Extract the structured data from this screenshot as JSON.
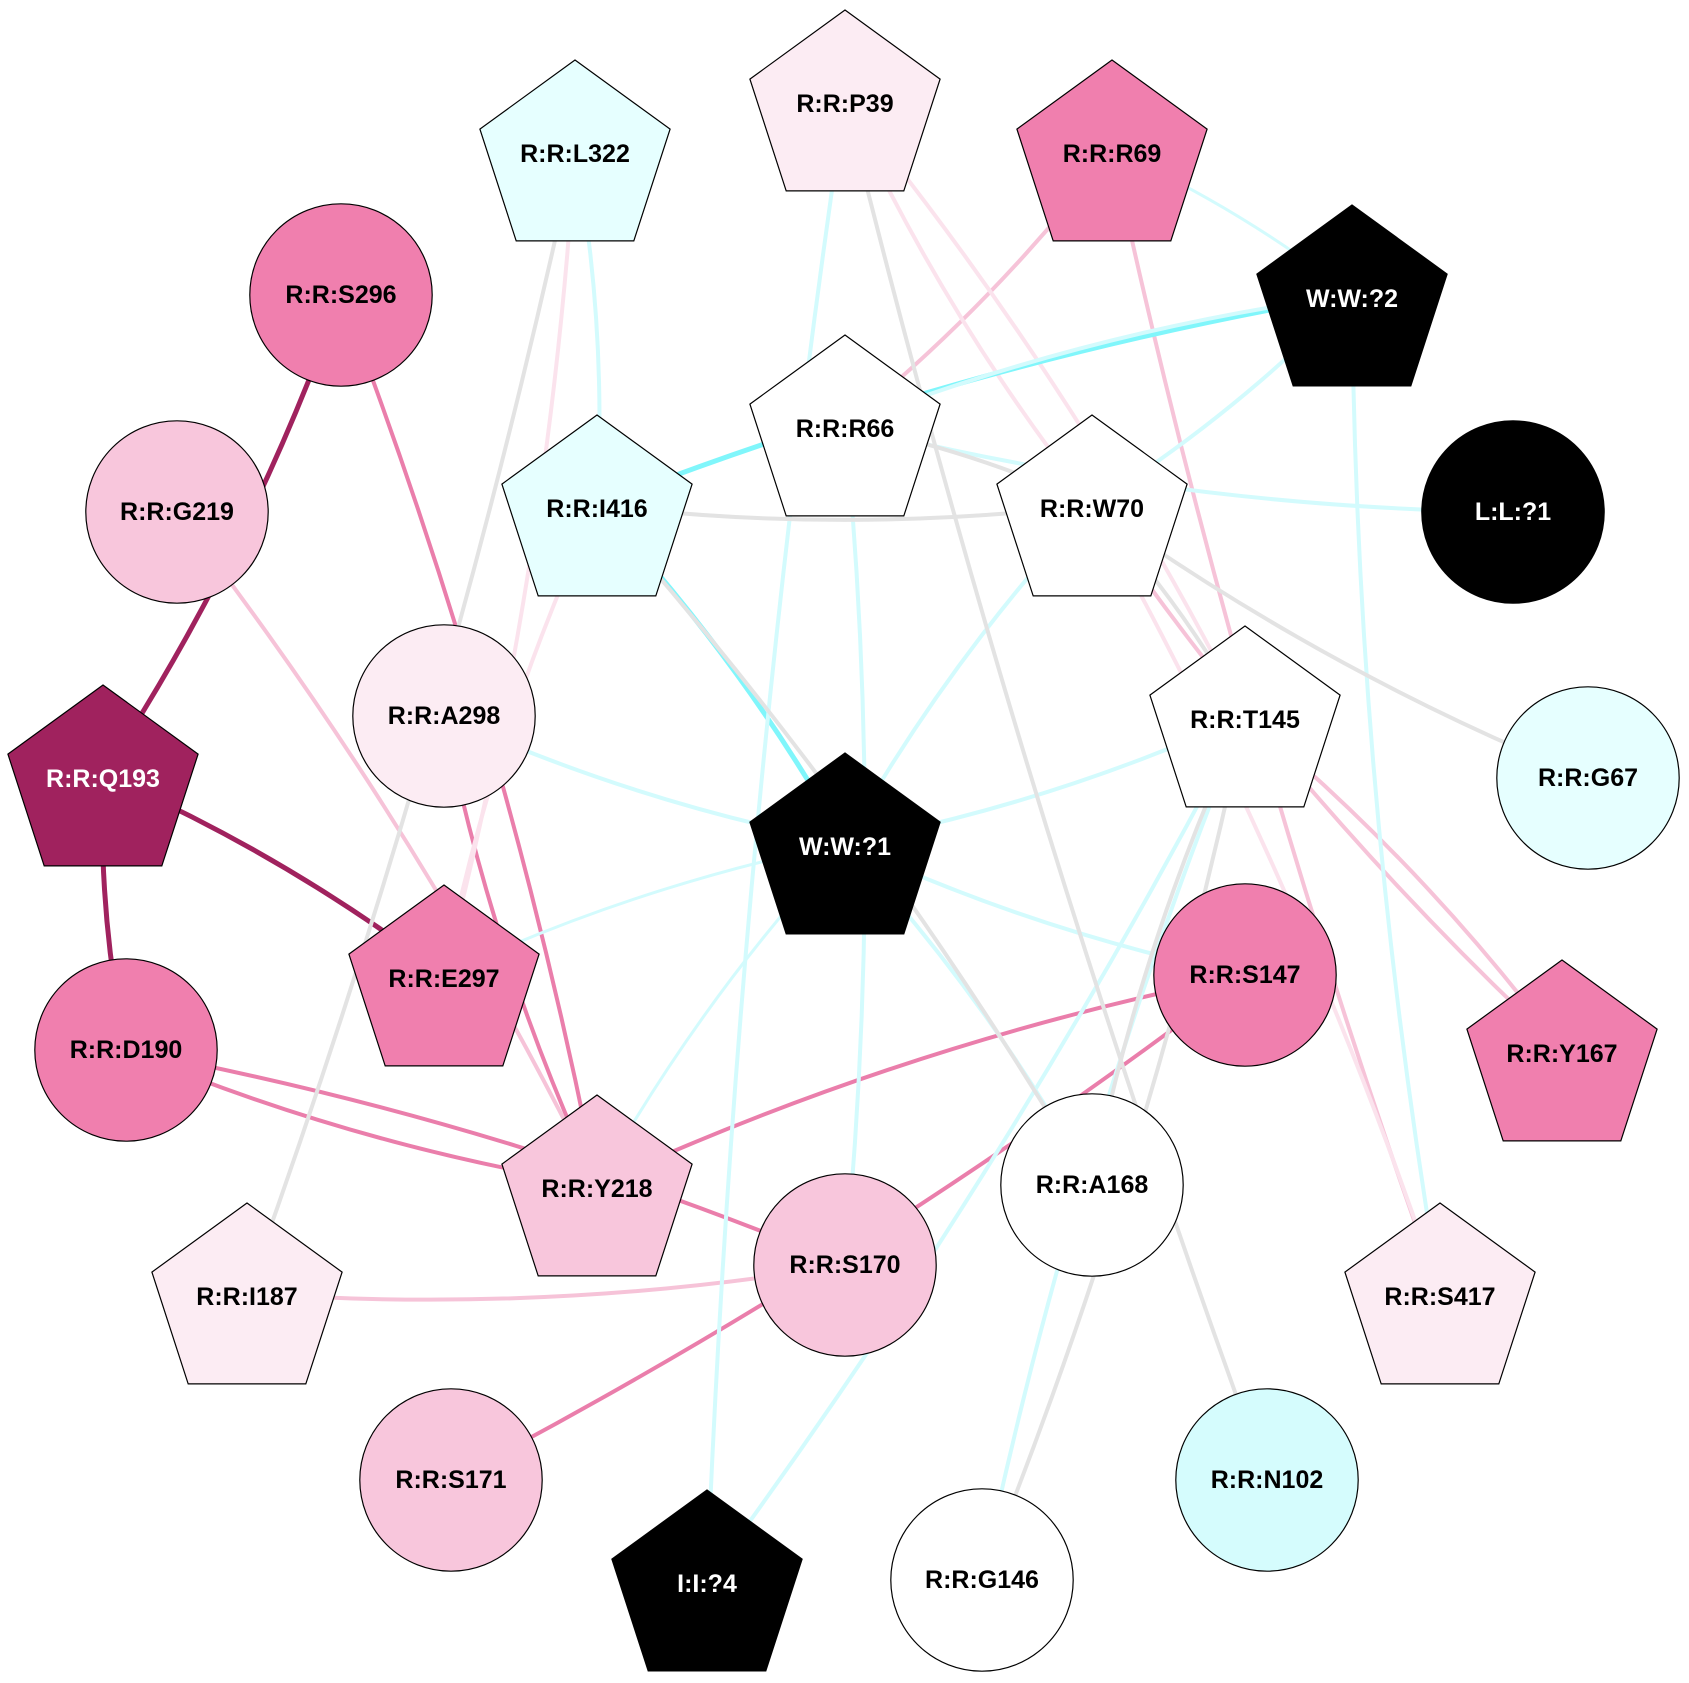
{
  "colors": {
    "black": "#000000",
    "white": "#ffffff",
    "cyan_light": "#e6ffff",
    "cyan": "#d5fcfd",
    "pink_pale": "#fcecf3",
    "pink_light": "#f8c6dc",
    "pink": "#f07fae",
    "magenta_dark": "#a0225e",
    "edge_gray": "#e3e3e3",
    "edge_cyan": "#d3fbfd",
    "edge_cyan_strong": "#80f6fb",
    "edge_pink_pale": "#fbe3ed",
    "edge_pink_light": "#f6c3d8",
    "edge_pink": "#ea7eab",
    "edge_magenta": "#a0225e"
  },
  "nodes": [
    {
      "id": "P39",
      "label": "R:R:P39",
      "shape": "pentagon",
      "fill": "pink_pale",
      "text": "black"
    },
    {
      "id": "L322",
      "label": "R:R:L322",
      "shape": "pentagon",
      "fill": "cyan_light",
      "text": "black"
    },
    {
      "id": "R69",
      "label": "R:R:R69",
      "shape": "pentagon",
      "fill": "pink",
      "text": "black"
    },
    {
      "id": "S296",
      "label": "R:R:S296",
      "shape": "circle",
      "fill": "pink",
      "text": "black"
    },
    {
      "id": "W2",
      "label": "W:W:?2",
      "shape": "pentagon",
      "fill": "black",
      "text": "white"
    },
    {
      "id": "R66",
      "label": "R:R:R66",
      "shape": "pentagon",
      "fill": "white",
      "text": "black"
    },
    {
      "id": "G219",
      "label": "R:R:G219",
      "shape": "circle",
      "fill": "pink_light",
      "text": "black"
    },
    {
      "id": "I416",
      "label": "R:R:I416",
      "shape": "pentagon",
      "fill": "cyan_light",
      "text": "black"
    },
    {
      "id": "W70",
      "label": "R:R:W70",
      "shape": "pentagon",
      "fill": "white",
      "text": "black"
    },
    {
      "id": "L1",
      "label": "L:L:?1",
      "shape": "circle",
      "fill": "black",
      "text": "white"
    },
    {
      "id": "A298",
      "label": "R:R:A298",
      "shape": "circle",
      "fill": "pink_pale",
      "text": "black"
    },
    {
      "id": "T145",
      "label": "R:R:T145",
      "shape": "pentagon",
      "fill": "white",
      "text": "black"
    },
    {
      "id": "Q193",
      "label": "R:R:Q193",
      "shape": "pentagon",
      "fill": "magenta_dark",
      "text": "white"
    },
    {
      "id": "G67",
      "label": "R:R:G67",
      "shape": "circle",
      "fill": "cyan_light",
      "text": "black"
    },
    {
      "id": "W1",
      "label": "W:W:?1",
      "shape": "pentagon",
      "fill": "black",
      "text": "white"
    },
    {
      "id": "E297",
      "label": "R:R:E297",
      "shape": "pentagon",
      "fill": "pink",
      "text": "black"
    },
    {
      "id": "S147",
      "label": "R:R:S147",
      "shape": "circle",
      "fill": "pink",
      "text": "black"
    },
    {
      "id": "D190",
      "label": "R:R:D190",
      "shape": "circle",
      "fill": "pink",
      "text": "black"
    },
    {
      "id": "Y167",
      "label": "R:R:Y167",
      "shape": "pentagon",
      "fill": "pink",
      "text": "black"
    },
    {
      "id": "Y218",
      "label": "R:R:Y218",
      "shape": "pentagon",
      "fill": "pink_light",
      "text": "black"
    },
    {
      "id": "A168",
      "label": "R:R:A168",
      "shape": "circle",
      "fill": "white",
      "text": "black"
    },
    {
      "id": "S170",
      "label": "R:R:S170",
      "shape": "circle",
      "fill": "pink_light",
      "text": "black"
    },
    {
      "id": "I187",
      "label": "R:R:I187",
      "shape": "pentagon",
      "fill": "pink_pale",
      "text": "black"
    },
    {
      "id": "S417",
      "label": "R:R:S417",
      "shape": "pentagon",
      "fill": "pink_pale",
      "text": "black"
    },
    {
      "id": "S171",
      "label": "R:R:S171",
      "shape": "circle",
      "fill": "pink_light",
      "text": "black"
    },
    {
      "id": "N102",
      "label": "R:R:N102",
      "shape": "circle",
      "fill": "cyan",
      "text": "black"
    },
    {
      "id": "I4",
      "label": "I:I:?4",
      "shape": "pentagon",
      "fill": "black",
      "text": "white"
    },
    {
      "id": "G146",
      "label": "R:R:G146",
      "shape": "circle",
      "fill": "white",
      "text": "black"
    }
  ],
  "edges": [
    {
      "from": "Q193",
      "to": "S296",
      "color": "edge_magenta",
      "weight": "heavy"
    },
    {
      "from": "Q193",
      "to": "E297",
      "color": "edge_magenta",
      "weight": "heavy"
    },
    {
      "from": "Q193",
      "to": "D190",
      "color": "edge_magenta",
      "weight": "heavy"
    },
    {
      "from": "S296",
      "to": "Y218",
      "color": "edge_pink",
      "weight": "medium"
    },
    {
      "from": "D190",
      "to": "Y218",
      "color": "edge_pink",
      "weight": "medium"
    },
    {
      "from": "D190",
      "to": "S170",
      "color": "edge_pink",
      "weight": "medium"
    },
    {
      "from": "S147",
      "to": "Y218",
      "color": "edge_pink",
      "weight": "medium"
    },
    {
      "from": "S147",
      "to": "S171",
      "color": "edge_pink",
      "weight": "medium"
    },
    {
      "from": "A298",
      "to": "Y218",
      "color": "edge_pink",
      "weight": "medium"
    },
    {
      "from": "R69",
      "to": "R66",
      "color": "edge_pink_light",
      "weight": "medium"
    },
    {
      "from": "R69",
      "to": "S417",
      "color": "edge_pink_light",
      "weight": "medium"
    },
    {
      "from": "G219",
      "to": "Y218",
      "color": "edge_pink_light",
      "weight": "medium"
    },
    {
      "from": "W70",
      "to": "Y167",
      "color": "edge_pink_light",
      "weight": "medium"
    },
    {
      "from": "T145",
      "to": "Y167",
      "color": "edge_pink_light",
      "weight": "medium"
    },
    {
      "from": "I187",
      "to": "S170",
      "color": "edge_pink_light",
      "weight": "medium"
    },
    {
      "from": "L322",
      "to": "E297",
      "color": "edge_pink_pale",
      "weight": "medium"
    },
    {
      "from": "I416",
      "to": "E297",
      "color": "edge_pink_pale",
      "weight": "medium"
    },
    {
      "from": "P39",
      "to": "T145",
      "color": "edge_pink_pale",
      "weight": "medium"
    },
    {
      "from": "P39",
      "to": "W70",
      "color": "edge_pink_pale",
      "weight": "medium"
    },
    {
      "from": "W70",
      "to": "S417",
      "color": "edge_pink_pale",
      "weight": "medium"
    },
    {
      "from": "W2",
      "to": "I416",
      "color": "edge_cyan_strong",
      "weight": "heavy"
    },
    {
      "from": "I416",
      "to": "W1",
      "color": "edge_cyan_strong",
      "weight": "heavy"
    },
    {
      "from": "W2",
      "to": "R66",
      "color": "edge_cyan",
      "weight": "medium"
    },
    {
      "from": "W2",
      "to": "W70",
      "color": "edge_cyan",
      "weight": "medium"
    },
    {
      "from": "W2",
      "to": "S417",
      "color": "edge_cyan",
      "weight": "medium"
    },
    {
      "from": "R69",
      "to": "W2",
      "color": "edge_cyan",
      "weight": "light"
    },
    {
      "from": "R66",
      "to": "L1",
      "color": "edge_cyan",
      "weight": "medium"
    },
    {
      "from": "L322",
      "to": "I416",
      "color": "edge_cyan",
      "weight": "medium"
    },
    {
      "from": "P39",
      "to": "I4",
      "color": "edge_cyan",
      "weight": "medium"
    },
    {
      "from": "R66",
      "to": "S170",
      "color": "edge_cyan",
      "weight": "medium"
    },
    {
      "from": "W70",
      "to": "W1",
      "color": "edge_cyan",
      "weight": "medium"
    },
    {
      "from": "T145",
      "to": "W1",
      "color": "edge_cyan",
      "weight": "medium"
    },
    {
      "from": "A298",
      "to": "W1",
      "color": "edge_cyan",
      "weight": "medium"
    },
    {
      "from": "E297",
      "to": "W1",
      "color": "edge_cyan",
      "weight": "light"
    },
    {
      "from": "W1",
      "to": "S147",
      "color": "edge_cyan",
      "weight": "medium"
    },
    {
      "from": "W1",
      "to": "A168",
      "color": "edge_cyan",
      "weight": "medium"
    },
    {
      "from": "W1",
      "to": "Y218",
      "color": "edge_cyan",
      "weight": "light"
    },
    {
      "from": "T145",
      "to": "I4",
      "color": "edge_cyan",
      "weight": "medium"
    },
    {
      "from": "T145",
      "to": "G146",
      "color": "edge_cyan",
      "weight": "medium"
    },
    {
      "from": "L322",
      "to": "I187",
      "color": "edge_gray",
      "weight": "medium"
    },
    {
      "from": "P39",
      "to": "N102",
      "color": "edge_gray",
      "weight": "medium"
    },
    {
      "from": "R66",
      "to": "W70",
      "color": "edge_gray",
      "weight": "medium"
    },
    {
      "from": "I416",
      "to": "W70",
      "color": "edge_gray",
      "weight": "medium"
    },
    {
      "from": "I416",
      "to": "A168",
      "color": "edge_gray",
      "weight": "medium"
    },
    {
      "from": "W70",
      "to": "G67",
      "color": "edge_gray",
      "weight": "medium"
    },
    {
      "from": "W70",
      "to": "T145",
      "color": "edge_gray",
      "weight": "medium"
    },
    {
      "from": "T145",
      "to": "A168",
      "color": "edge_gray",
      "weight": "medium"
    },
    {
      "from": "T145",
      "to": "G146",
      "color": "edge_gray",
      "weight": "medium"
    }
  ]
}
